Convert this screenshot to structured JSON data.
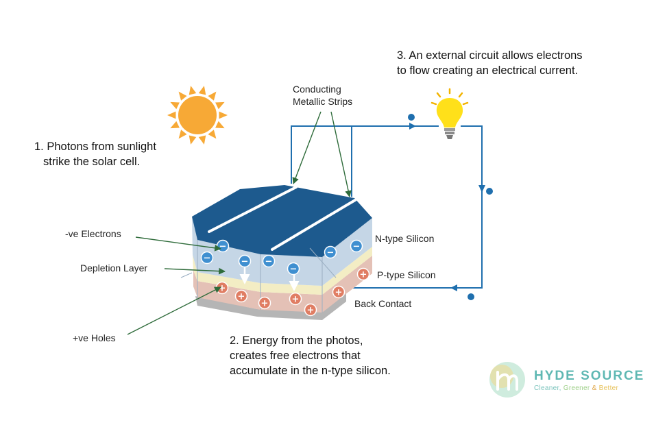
{
  "steps": {
    "step1": [
      "1. Photons from sunlight",
      "strike the solar cell."
    ],
    "step2": [
      "2. Energy from the photos,",
      "creates free electrons that",
      "accumulate in the n-type silicon."
    ],
    "step3": [
      "3. An external circuit allows electrons",
      "to flow creating an electrical current."
    ]
  },
  "labels": {
    "conducting": [
      "Conducting",
      "Metallic Strips"
    ],
    "electrons": "-ve Electrons",
    "depletion": "Depletion Layer",
    "holes": "+ve Holes",
    "n_type": "N-type Silicon",
    "p_type": "P-type Silicon",
    "back_contact": "Back Contact"
  },
  "symbols": {
    "electron": "−",
    "hole": "+"
  },
  "brand": {
    "name": "HYDE SOURCE",
    "tagline_parts": [
      "Cleaner, ",
      "Greener",
      " & ",
      "Better"
    ]
  },
  "colors": {
    "panel_top": "#1d5a8e",
    "n_type": "#c5d6e6",
    "depletion": "#f3edc4",
    "p_type": "#e4c1b6",
    "electron": "#3f8fd0",
    "hole": "#e07d63",
    "circuit": "#1f6fae",
    "arrow_green": "#2e6b3a",
    "sun": "#f7a936",
    "bulb": "#ffe01a"
  }
}
